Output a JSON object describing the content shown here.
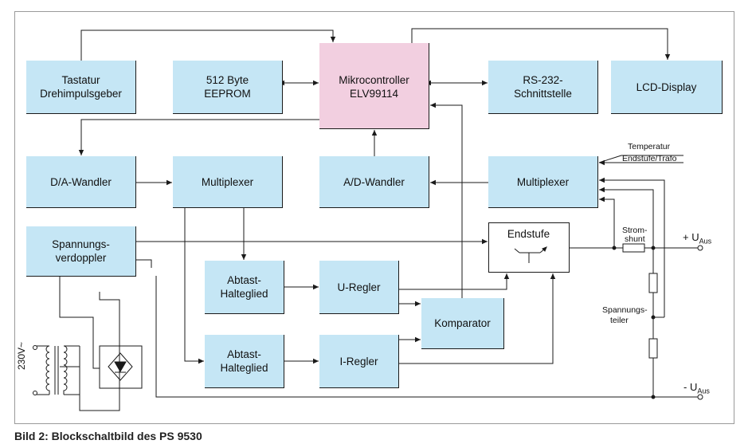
{
  "blocks": {
    "keypad": [
      "Tastatur",
      "Drehimpulsgeber"
    ],
    "eeprom": [
      "512 Byte",
      "EEPROM"
    ],
    "mcu": [
      "Mikrocontroller",
      "ELV99114"
    ],
    "rs232": [
      "RS-232-",
      "Schnittstelle"
    ],
    "lcd": [
      "LCD-Display"
    ],
    "dac": [
      "D/A-Wandler"
    ],
    "mux1": [
      "Multiplexer"
    ],
    "adc": [
      "A/D-Wandler"
    ],
    "mux2": [
      "Multiplexer"
    ],
    "doubler": [
      "Spannungs-",
      "verdoppler"
    ],
    "output_stage": [
      "Endstufe"
    ],
    "sh1": [
      "Abtast-",
      "Halteglied"
    ],
    "uctrl": [
      "U-Regler"
    ],
    "comparator": [
      "Komparator"
    ],
    "sh2": [
      "Abtast-",
      "Halteglied"
    ],
    "ictrl": [
      "I-Regler"
    ]
  },
  "labels": {
    "temperature": "Temperatur",
    "temp_source": "Endstufe/Trafo",
    "shunt": [
      "Strom-",
      "shunt"
    ],
    "divider": [
      "Spannungs-",
      "teiler"
    ],
    "mains": "230V~",
    "u_out_plus": "+ U",
    "u_out_minus": "- U",
    "u_sub": "Aus"
  },
  "caption": "Bild 2: Blockschaltbild des PS 9530",
  "colors": {
    "block_fill": "#c5e6f5",
    "mcu_fill": "#f2cfe0",
    "line": "#1a1a1a",
    "frame": "#9a9a9a"
  }
}
